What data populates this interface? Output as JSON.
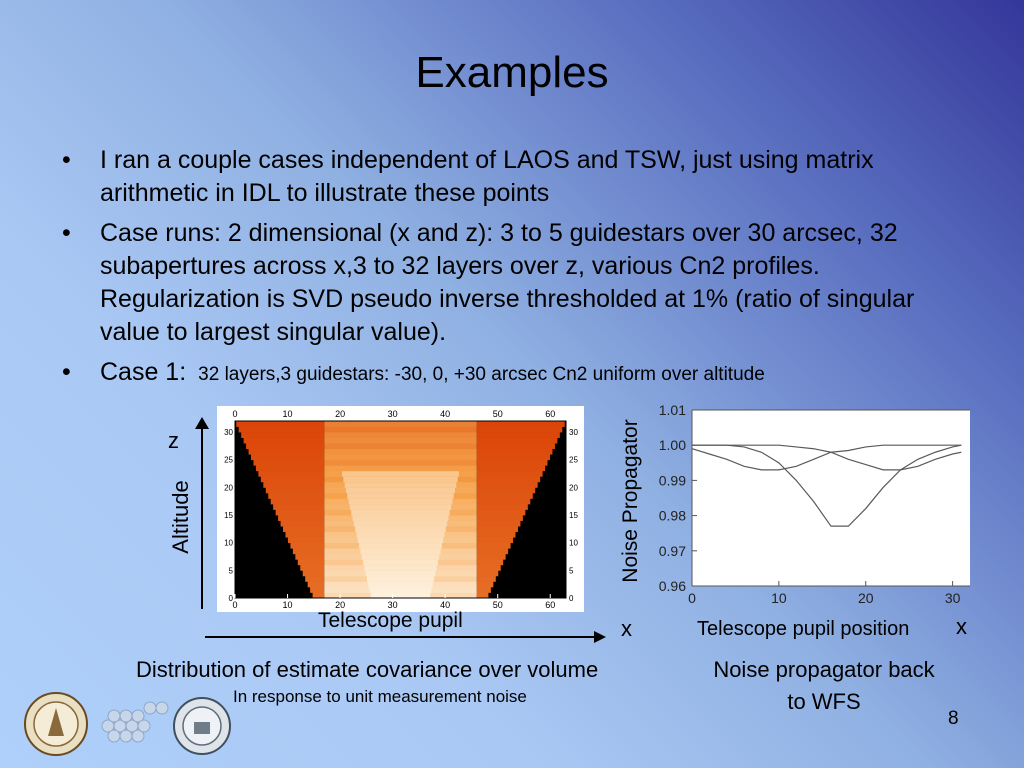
{
  "slide": {
    "title": "Examples",
    "page_number": "8",
    "bullet_glyph": "•",
    "bullets": [
      "I ran a couple cases independent of LAOS and TSW, just using matrix arithmetic in IDL to illustrate these points",
      "Case runs: 2 dimensional (x and z): 3 to 5 guidestars over 30 arcsec, 32 subapertures across x,3 to 32 layers over z, various Cn2 profiles. Regularization is SVD pseudo inverse thresholded at 1% (ratio of singular value to largest singular value)."
    ],
    "case1_label": "Case 1:",
    "case1_detail": "32 layers,3 guidestars: -30, 0, +30 arcsec Cn2 uniform over altitude"
  },
  "labels": {
    "z": "z",
    "altitude": "Altitude",
    "telescope_pupil": "Telescope pupil",
    "x_left": "x",
    "x_right": "x",
    "noise_propagator": "Noise Propagator",
    "telescope_pupil_position": "Telescope pupil position",
    "caption_left": "Distribution of estimate covariance over volume",
    "caption_left_sub": "In response to unit measurement noise",
    "caption_right_1": "Noise propagator back",
    "caption_right_2": "to WFS"
  },
  "logos": [
    "caltech-seal-icon",
    "hexagon-mirror-icon",
    "uc-seal-icon"
  ],
  "colors": {
    "heat_low": "#fffbf0",
    "heat_mid": "#f5a24a",
    "heat_high": "#d83a00",
    "line": "#5a5a5a",
    "outside": "#000000"
  },
  "chart_data": [
    {
      "type": "heatmap",
      "x_ticks": [
        0,
        10,
        20,
        30,
        40,
        50,
        60
      ],
      "y_ticks": [
        0,
        5,
        10,
        15,
        20,
        25,
        30
      ],
      "xlim": [
        0,
        63
      ],
      "ylim": [
        0,
        32
      ],
      "cone": {
        "bottom_left": 15,
        "bottom_right": 48,
        "top_left": 0,
        "top_right": 63
      },
      "inner_cone": {
        "bottom_left": 17,
        "bottom_right": 46,
        "top_left": 17,
        "top_right": 46
      },
      "xlabel": "Telescope pupil",
      "ylabel": "Altitude"
    },
    {
      "type": "line",
      "xlabel": "Telescope pupil position",
      "ylabel": "Noise Propagator",
      "xlim": [
        0,
        32
      ],
      "ylim": [
        0.96,
        1.01
      ],
      "x_ticks": [
        0,
        10,
        20,
        30
      ],
      "y_ticks": [
        "0.96",
        "0.97",
        "0.98",
        "0.99",
        "1.00",
        "1.01"
      ],
      "x": [
        0,
        2,
        4,
        6,
        8,
        10,
        12,
        14,
        16,
        18,
        20,
        22,
        24,
        26,
        28,
        30,
        31
      ],
      "series": [
        {
          "values": [
            1.0,
            1.0,
            1.0,
            0.9995,
            0.998,
            0.995,
            0.99,
            0.984,
            0.977,
            0.977,
            0.982,
            0.988,
            0.993,
            0.996,
            0.998,
            0.9995,
            1.0
          ]
        },
        {
          "values": [
            0.999,
            0.9975,
            0.996,
            0.994,
            0.993,
            0.993,
            0.994,
            0.996,
            0.998,
            0.9985,
            0.9995,
            1.0,
            1.0,
            1.0,
            1.0,
            1.0,
            1.0
          ]
        },
        {
          "values": [
            1.0,
            1.0,
            1.0,
            1.0,
            1.0,
            1.0,
            0.9995,
            0.999,
            0.998,
            0.996,
            0.9945,
            0.993,
            0.993,
            0.994,
            0.996,
            0.9975,
            0.998
          ]
        }
      ]
    }
  ]
}
